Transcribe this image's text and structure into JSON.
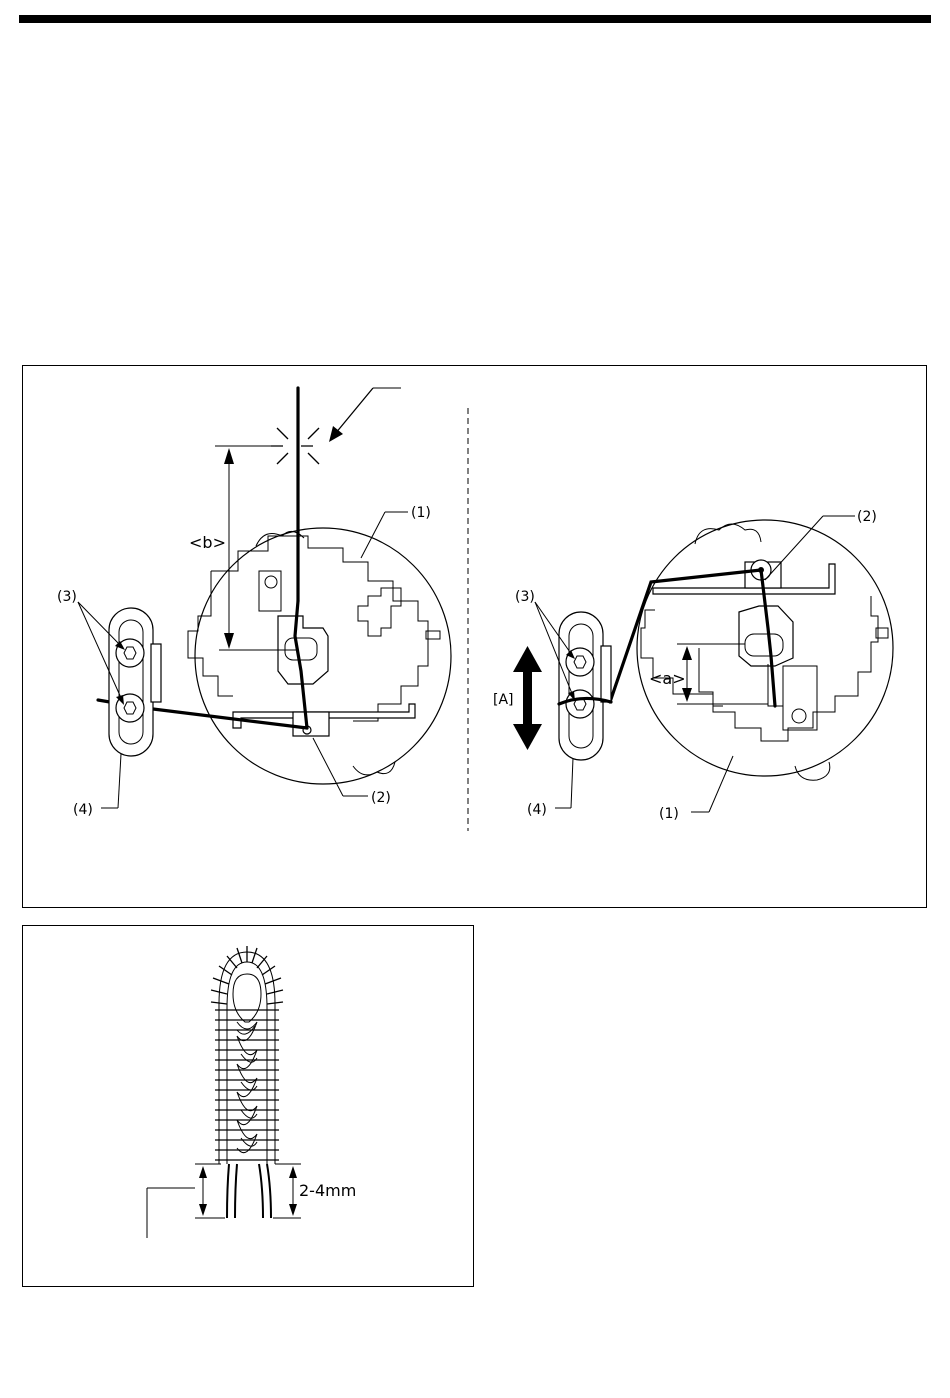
{
  "labels": {
    "part_1": "(1)",
    "part_2": "(2)",
    "part_3": "(3)",
    "part_4": "(4)",
    "dim_a": "<a>",
    "dim_b": "<b>",
    "direction_A": "[A]",
    "thread_length": "2-4mm"
  },
  "icons": {
    "thread_break_spark": "spark-icon",
    "double_arrow": "up-down-arrow-icon",
    "hex_screw": "hex-socket-screw-icon"
  },
  "colors": {
    "ink": "#000000",
    "paper": "#ffffff"
  }
}
